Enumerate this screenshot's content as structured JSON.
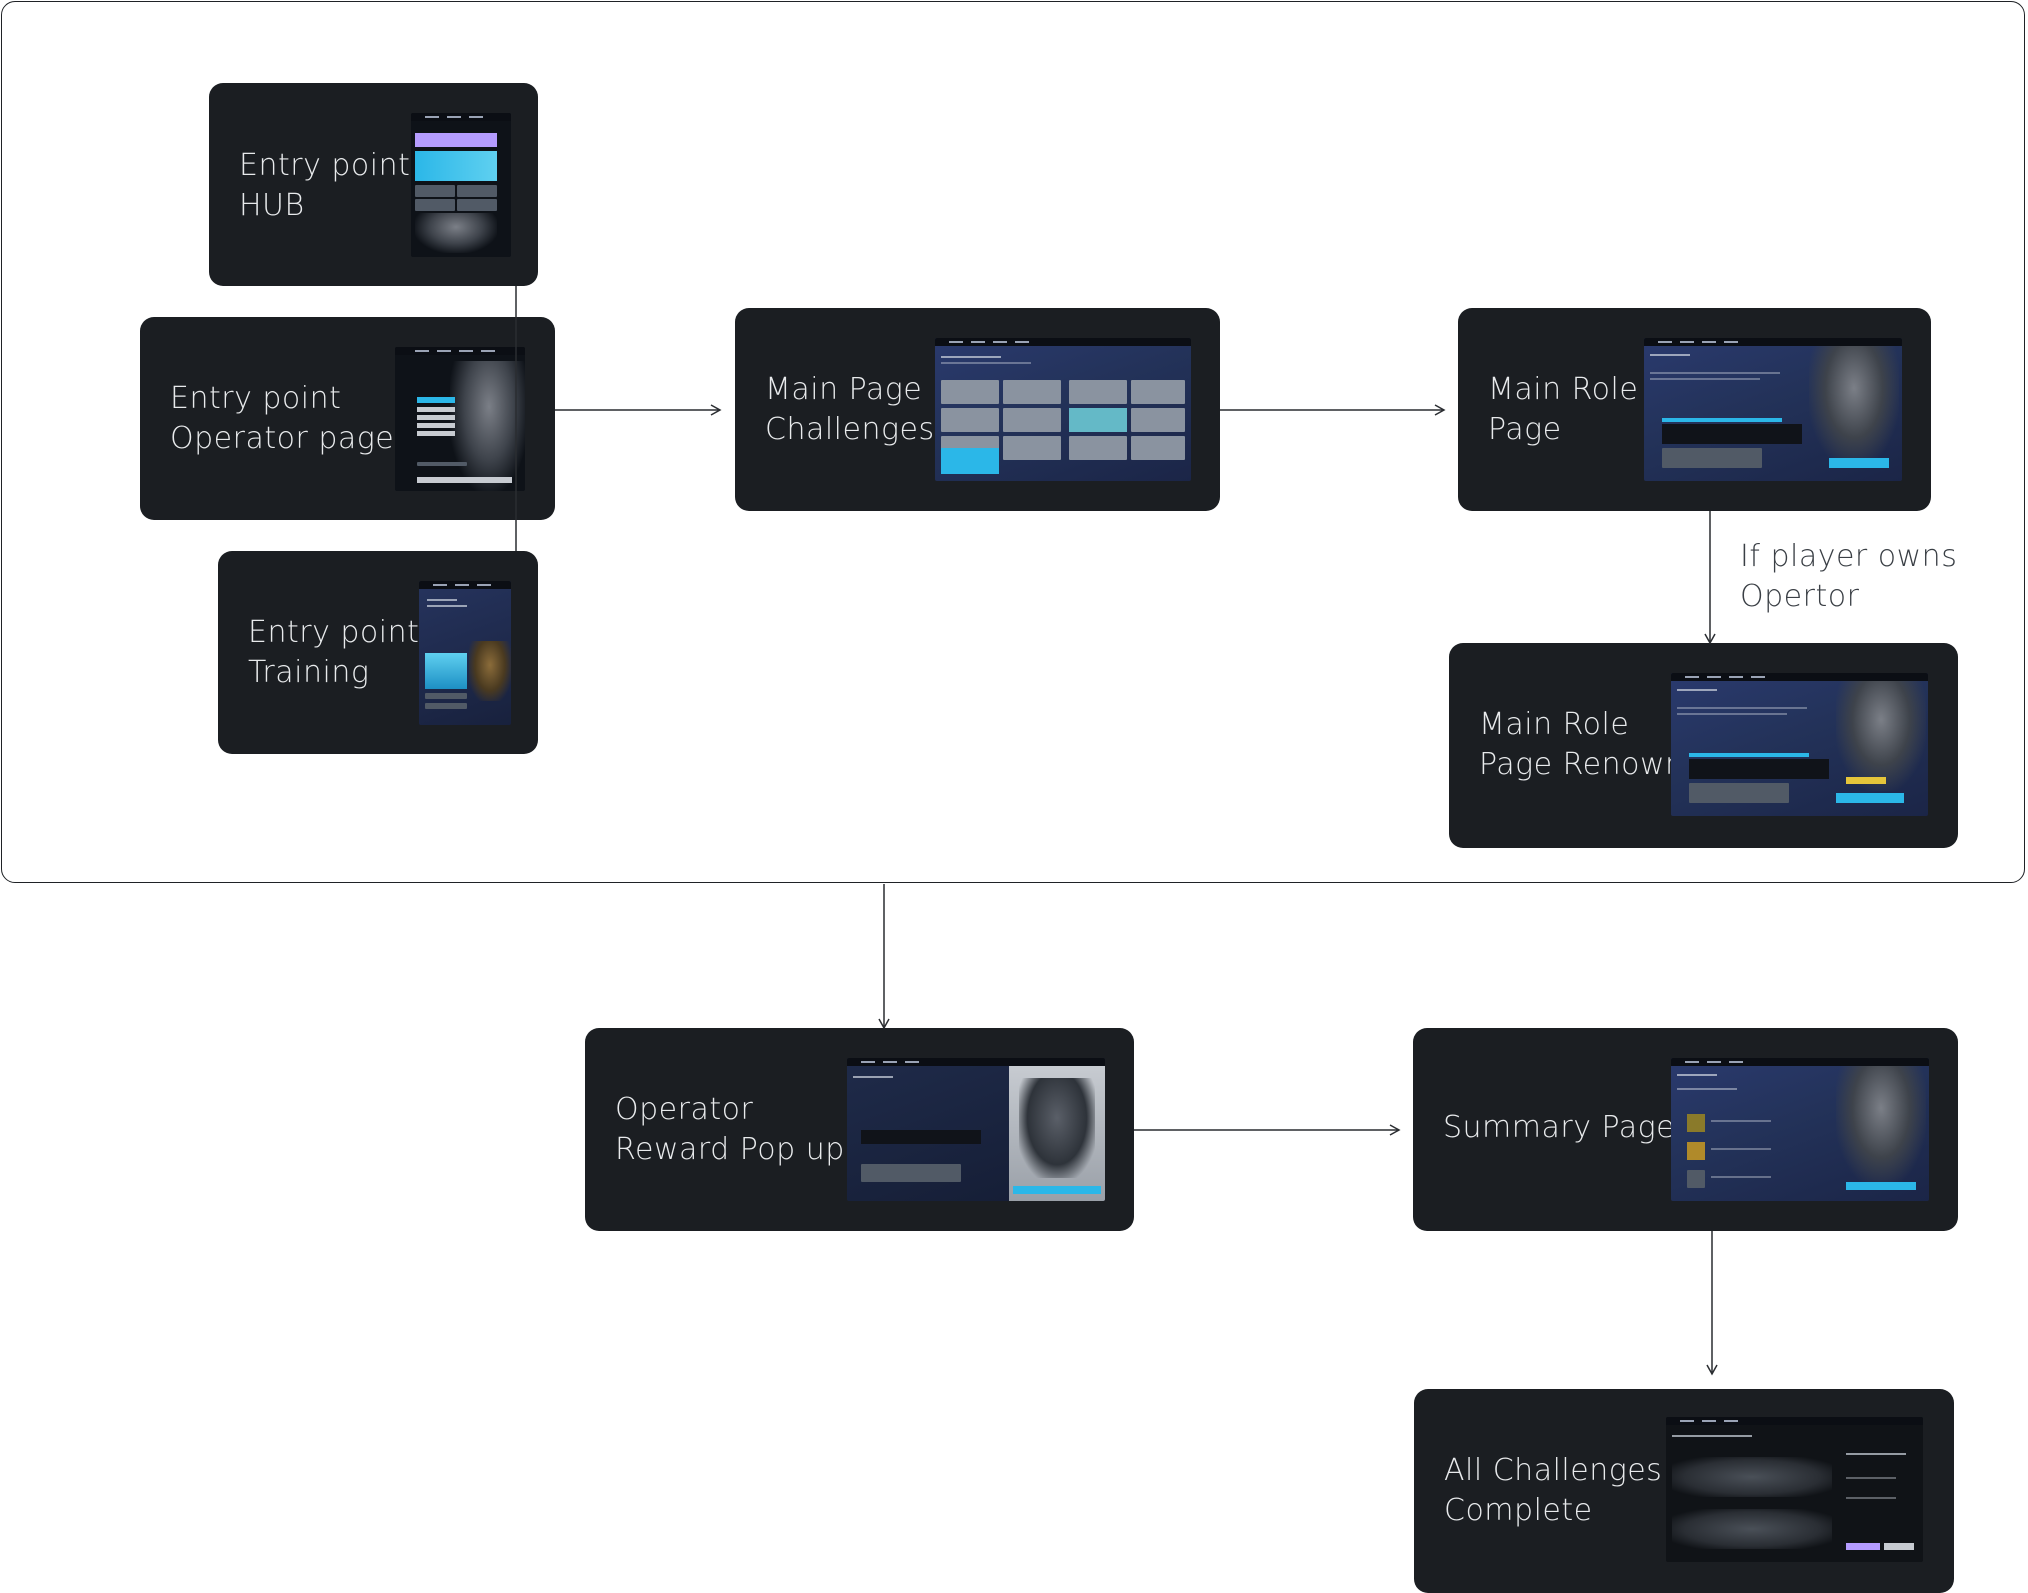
{
  "nodes": {
    "entry_hub": {
      "label": "Entry point\nHUB"
    },
    "entry_operator": {
      "label": "Entry point\nOperator page"
    },
    "entry_training": {
      "label": "Entry point\nTraining"
    },
    "main_challenges": {
      "label": "Main Page\nChallenges"
    },
    "main_role": {
      "label": "Main Role\nPage"
    },
    "main_role_renown": {
      "label": "Main Role\nPage Renown"
    },
    "reward_popup": {
      "label": "Operator\nReward Pop up"
    },
    "summary": {
      "label": "Summary Page"
    },
    "all_complete": {
      "label": "All Challenges\nComplete"
    }
  },
  "annotations": {
    "owns_operator": "If player owns\nOpertor"
  },
  "edges": [
    {
      "from": "entry_operator",
      "to": "main_challenges"
    },
    {
      "from": "main_challenges",
      "to": "main_role"
    },
    {
      "from": "main_role",
      "to": "main_role_renown",
      "label_ref": "owns_operator"
    },
    {
      "from": "frame",
      "to": "reward_popup"
    },
    {
      "from": "reward_popup",
      "to": "summary"
    },
    {
      "from": "summary",
      "to": "all_complete"
    }
  ],
  "colors": {
    "node_bg": "#1b1e22",
    "node_text": "#e8eaec",
    "connector": "#2a2d31",
    "note_text": "#3a3f45",
    "accent_cyan": "#2bb7e8"
  }
}
